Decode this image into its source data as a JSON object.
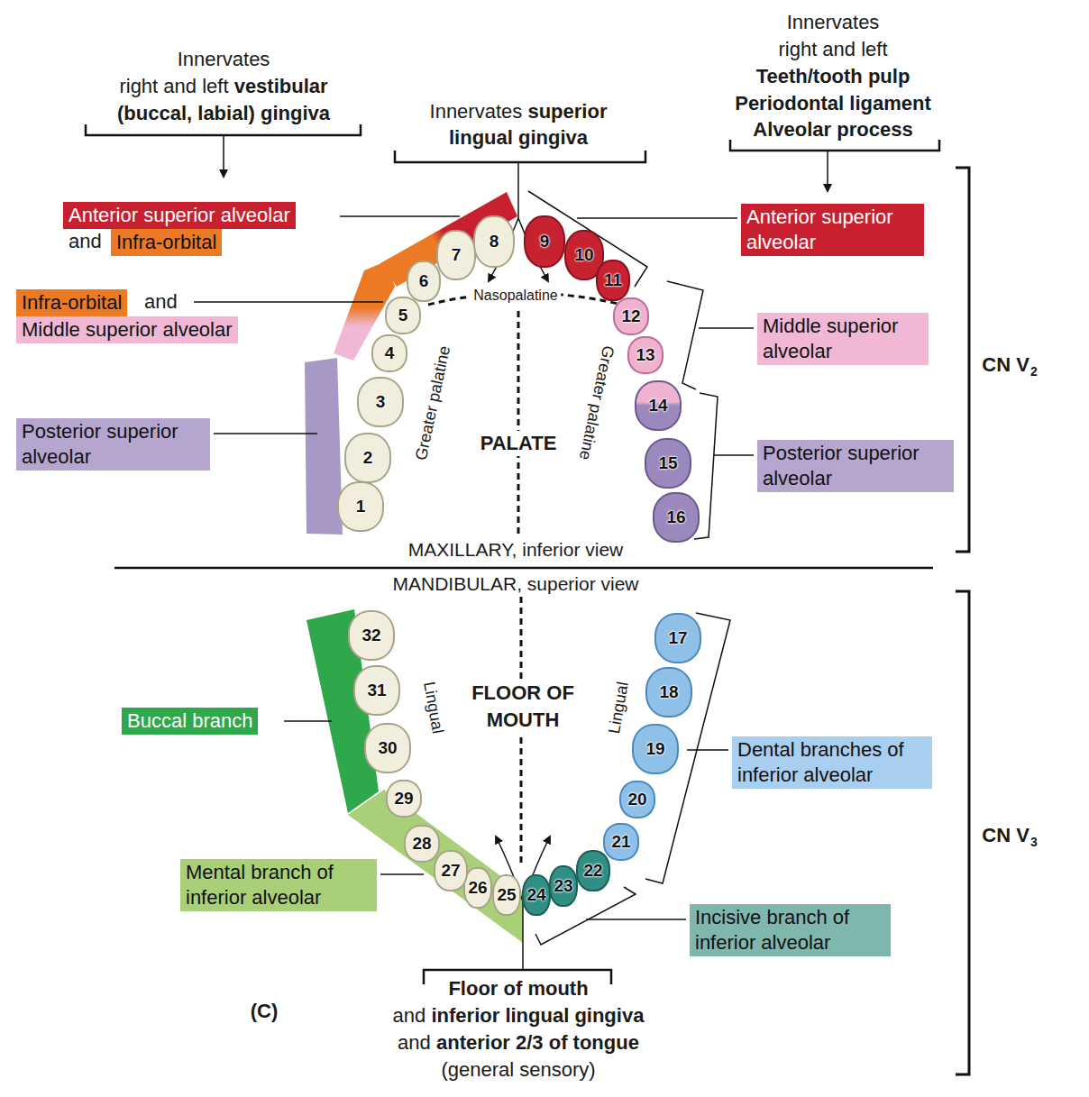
{
  "diagram": {
    "nodes": [
      {
        "text": [
          "Anterior superior alveolar"
        ]
      },
      {
        "text": [
          "Infra-orbital"
        ]
      },
      {
        "text": [
          "Infra-orbital"
        ]
      },
      {
        "text": [
          "Middle superior alveolar"
        ]
      },
      {
        "text": [
          "Posterior superior alveolar"
        ]
      },
      {
        "text": [
          "Anterior superior alveolar"
        ]
      },
      {
        "text": [
          "Middle superior alveolar"
        ]
      },
      {
        "text": [
          "Posterior superior alveolar"
        ]
      },
      {
        "text": [
          "Buccal branch"
        ]
      },
      {
        "text": [
          "Mental branch of inferior alveolar"
        ]
      },
      {
        "text": [
          "Dental branches of inferior alveolar"
        ]
      },
      {
        "text": [
          "Incisive branch of inferior alveolar"
        ]
      },
      {
        "text": [
          "1"
        ]
      },
      {
        "text": [
          "2"
        ]
      },
      {
        "text": [
          "3"
        ]
      },
      {
        "text": [
          "4"
        ]
      },
      {
        "text": [
          "5"
        ]
      },
      {
        "text": [
          "6"
        ]
      },
      {
        "text": [
          "7"
        ]
      },
      {
        "text": [
          "8"
        ]
      },
      {
        "text": [
          "9"
        ]
      },
      {
        "text": [
          "10"
        ]
      },
      {
        "text": [
          "11"
        ]
      },
      {
        "text": [
          "12"
        ]
      },
      {
        "text": [
          "13"
        ]
      },
      {
        "text": [
          "14"
        ]
      },
      {
        "text": [
          "15"
        ]
      },
      {
        "text": [
          "16"
        ]
      },
      {
        "text": [
          "17"
        ]
      },
      {
        "text": [
          "18"
        ]
      },
      {
        "text": [
          "19"
        ]
      },
      {
        "text": [
          "20"
        ]
      },
      {
        "text": [
          "21"
        ]
      },
      {
        "text": [
          "22"
        ]
      },
      {
        "text": [
          "23"
        ]
      },
      {
        "text": [
          "24"
        ]
      },
      {
        "text": [
          "25"
        ]
      },
      {
        "text": [
          "26"
        ]
      },
      {
        "text": [
          "27"
        ]
      },
      {
        "text": [
          "28"
        ]
      },
      {
        "text": [
          "29"
        ]
      },
      {
        "text": [
          "30"
        ]
      },
      {
        "text": [
          "31"
        ]
      },
      {
        "text": [
          "32"
        ]
      }
    ],
    "labels": [
      "Innervates",
      "right and left",
      "vestibular",
      "(buccal, labial) gingiva",
      "Innervates",
      "superior",
      "lingual gingiva",
      "Innervates",
      "right and left",
      "Teeth/tooth pulp",
      "Periodontal ligament",
      "Alveolar process",
      "and",
      "and",
      "Nasopalatine",
      "Greater palatine",
      "Greater palatine",
      "PALATE",
      "MAXILLARY, inferior view",
      "MANDIBULAR, superior view",
      "CN V",
      "2",
      "CN V",
      "3",
      "Lingual",
      "Lingual",
      "FLOOR OF MOUTH",
      "Floor of mouth",
      "and",
      "inferior lingual gingiva",
      "and",
      "anterior 2/3 of tongue",
      "(general sensory)",
      "(C)"
    ]
  }
}
